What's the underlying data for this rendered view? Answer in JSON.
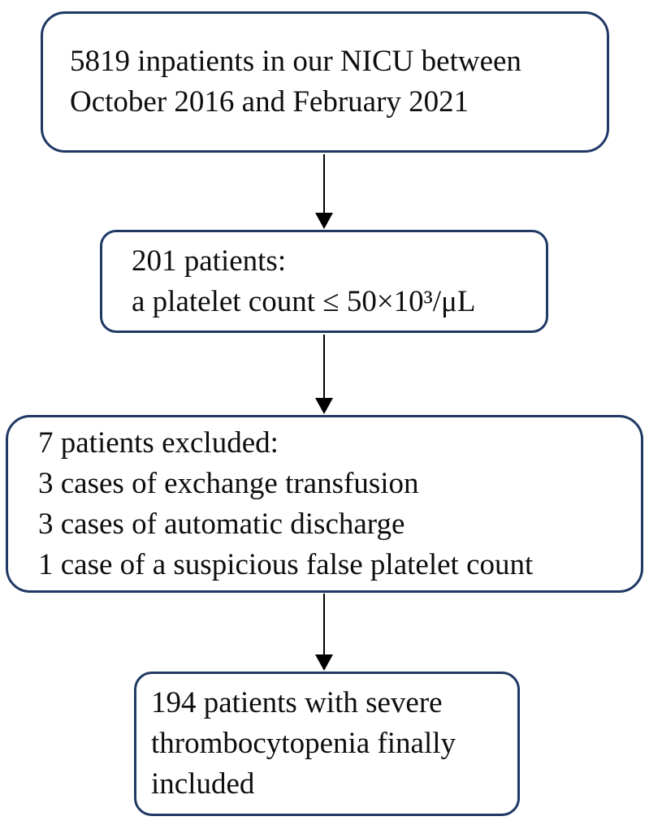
{
  "figure": {
    "type": "flowchart",
    "direction": "top-down"
  },
  "colors": {
    "box_border": "#1f3864",
    "arrow": "#000000",
    "text": "#0e0e0e",
    "background": "#ffffff"
  },
  "boxes": [
    {
      "id": "population",
      "lines": [
        "5819 inpatients in our NICU between",
        "October 2016 and February 2021"
      ]
    },
    {
      "id": "screened",
      "lines": [
        "201 patients:",
        "a platelet count ≤ 50×10³/μL"
      ]
    },
    {
      "id": "excluded",
      "lines": [
        "7 patients excluded:",
        "3 cases of exchange transfusion",
        "3 cases of automatic discharge",
        "1 case of a suspicious false platelet count"
      ]
    },
    {
      "id": "included",
      "lines": [
        "194 patients with severe",
        "thrombocytopenia finally",
        "included"
      ]
    }
  ],
  "arrows": [
    {
      "from": "population",
      "to": "screened"
    },
    {
      "from": "screened",
      "to": "excluded"
    },
    {
      "from": "excluded",
      "to": "included"
    }
  ]
}
